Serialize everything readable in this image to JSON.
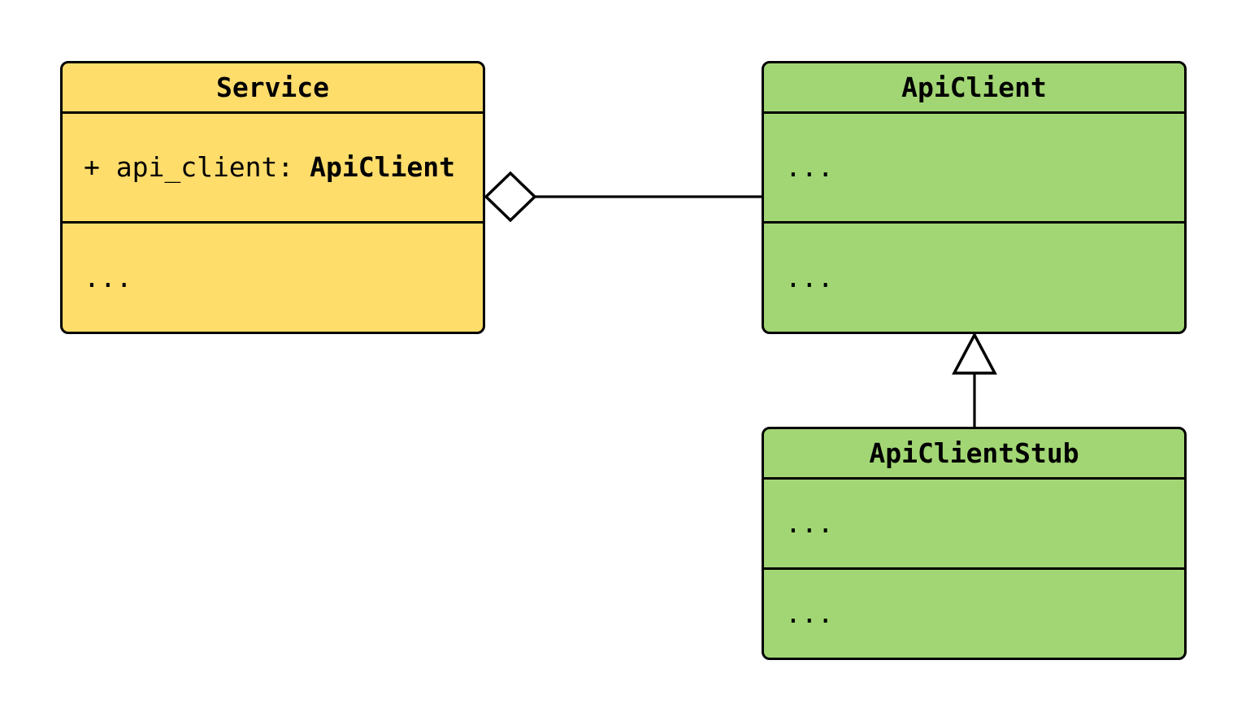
{
  "diagram": {
    "kind": "uml-class-diagram"
  },
  "colors": {
    "canvas-bg": "#FFFFFF",
    "class-yellow": "#FFDD6B",
    "class-green": "#A2D674",
    "stroke": "#000000"
  },
  "classes": {
    "service": {
      "title": "Service",
      "attribute_prefix": "+ api_client: ",
      "attribute_type": "ApiClient",
      "methods": "..."
    },
    "api_client": {
      "title": "ApiClient",
      "attributes": "...",
      "methods": "..."
    },
    "api_client_stub": {
      "title": "ApiClientStub",
      "attributes": "...",
      "methods": "..."
    }
  },
  "relationships": {
    "aggregation": {
      "type": "aggregation",
      "from": "Service",
      "to": "ApiClient",
      "marker": "hollow-diamond-at-source"
    },
    "inheritance": {
      "type": "inheritance",
      "from": "ApiClientStub",
      "to": "ApiClient",
      "marker": "hollow-triangle-at-target"
    }
  }
}
